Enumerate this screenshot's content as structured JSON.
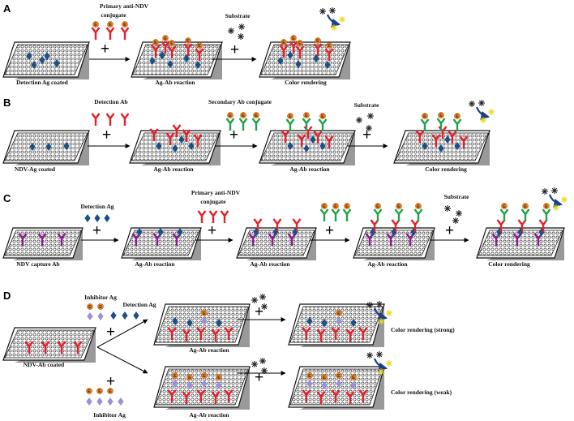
{
  "colors": {
    "antibody_primary": "#e4202b",
    "antibody_secondary": "#23a24a",
    "antibody_capture": "#8a1c8c",
    "antigen_detection": "#1b4f86",
    "antigen_inhibitor": "#9b8fd8",
    "enzyme": "#e8822a",
    "substrate": "#222222",
    "product": "#e8d820",
    "arrow_curve": "#1b3f8a"
  },
  "panels": {
    "A": {
      "letter": "A",
      "primary_conjugate": [
        "Primary anti-NDV",
        "conjugate"
      ],
      "substrate": "Substrate",
      "plate1": "Detection Ag coated",
      "plate2": "Ag-Ab reaction",
      "plate3": "Color rendering"
    },
    "B": {
      "letter": "B",
      "detection_ab": "Detection Ab",
      "secondary_conjugate": "Secondary Ab conjugate",
      "substrate": "Substrate",
      "plate1": "NDV-Ag coated",
      "plate2": "Ag-Ab reaction",
      "plate3": "Ag-Ab reaction",
      "plate4": "Color rendering"
    },
    "C": {
      "letter": "C",
      "detection_ag": "Detection Ag",
      "primary_conjugate": [
        "Primary anti-NDV",
        "conjugate"
      ],
      "substrate": "Substrate",
      "plate1": "NDV capture Ab",
      "plate2": "Ag-Ab reaction",
      "plate3": "Ag-Ab reaction",
      "plate4": "Ag-Ab reaction",
      "plate5": "Color rendering"
    },
    "D": {
      "letter": "D",
      "inhibitor_ag_top": "Inhibitor Ag",
      "detection_ag": "Detection Ag",
      "plate1": "NDV-Ab coated",
      "plate_top": "Ag-Ab reaction",
      "result_strong": "Color rendering (strong)",
      "plate_bottom": "Ag-Ab reaction",
      "inhibitor_ag_bottom": "Inhibitor Ag",
      "result_weak": "Color rendering (weak)"
    }
  },
  "enzyme_letter": "E",
  "plus": "+"
}
